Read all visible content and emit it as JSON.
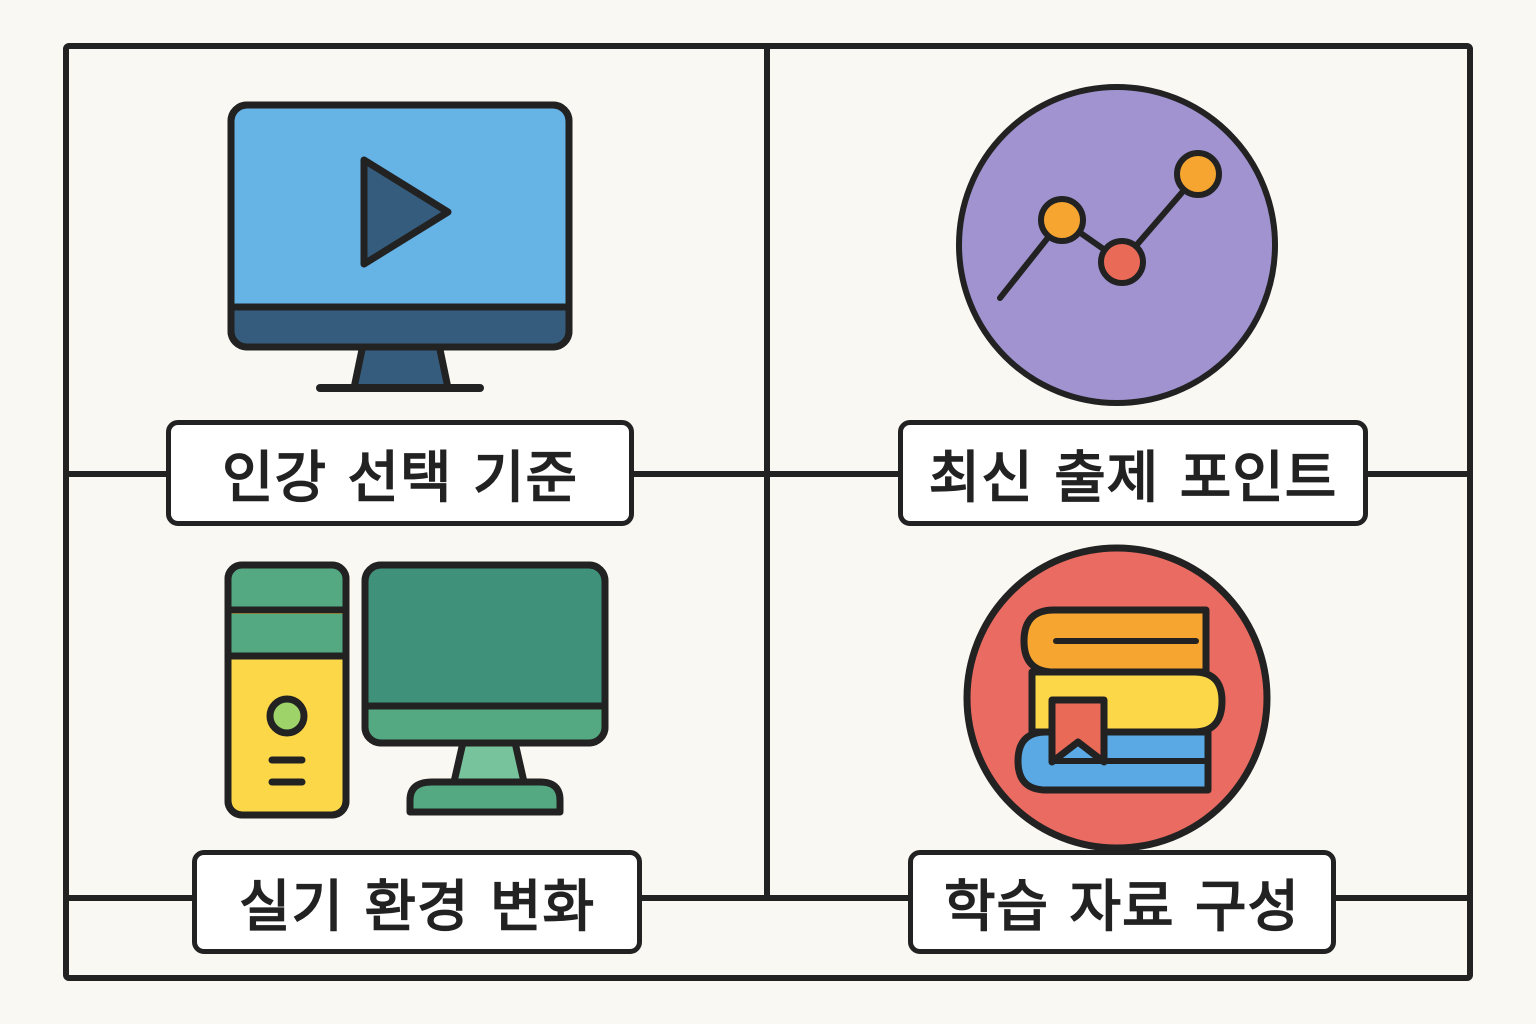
{
  "panels": [
    {
      "label": "인강 선택 기준",
      "icon": "video-play-monitor-icon"
    },
    {
      "label": "최신 출제 포인트",
      "icon": "trend-chart-icon"
    },
    {
      "label": "실기 환경 변화",
      "icon": "desktop-computer-icon"
    },
    {
      "label": "학습 자료 구성",
      "icon": "book-stack-icon"
    }
  ],
  "colors": {
    "background": "#faf8f3",
    "outline": "#222222",
    "monitor_screen": "#66b3e6",
    "monitor_dark": "#355c7d",
    "chart_circle": "#a193d0",
    "chart_dot_orange": "#f6a531",
    "chart_dot_red": "#ea6a58",
    "pc_green": "#54a982",
    "pc_screen": "#3f9279",
    "pc_stand_light": "#77c39b",
    "pc_yellow": "#fcd748",
    "books_circle": "#e96b61",
    "book_orange": "#f6a531",
    "book_yellow": "#fcd748",
    "book_blue": "#5aa9e4",
    "bookmark_red": "#ea6a58"
  }
}
